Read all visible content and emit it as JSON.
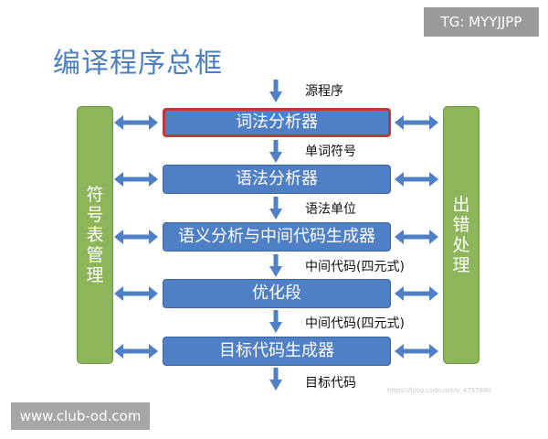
{
  "title": "编译程序总框",
  "badges": {
    "telegram": "TG: MYYJJPP",
    "site": "www.club-od.com"
  },
  "faint_watermark": "https://blog.csdn.net/u_4757880",
  "side_panels": {
    "symbol_table": "符号表管理",
    "error": "出错处理"
  },
  "stages": [
    "词法分析器",
    "语法分析器",
    "语义分析与中间代码生成器",
    "优化段",
    "目标代码生成器"
  ],
  "flows": [
    "源程序",
    "单词符号",
    "语法单位",
    "中间代码(四元式)",
    "中间代码(四元式)",
    "目标代码"
  ],
  "colors": {
    "title": "#4a7fc1",
    "stage": "#4f7fc4",
    "side_panel": "#8db65a",
    "highlight_border": "#c0383e",
    "arrow": "#4f7fc4"
  }
}
